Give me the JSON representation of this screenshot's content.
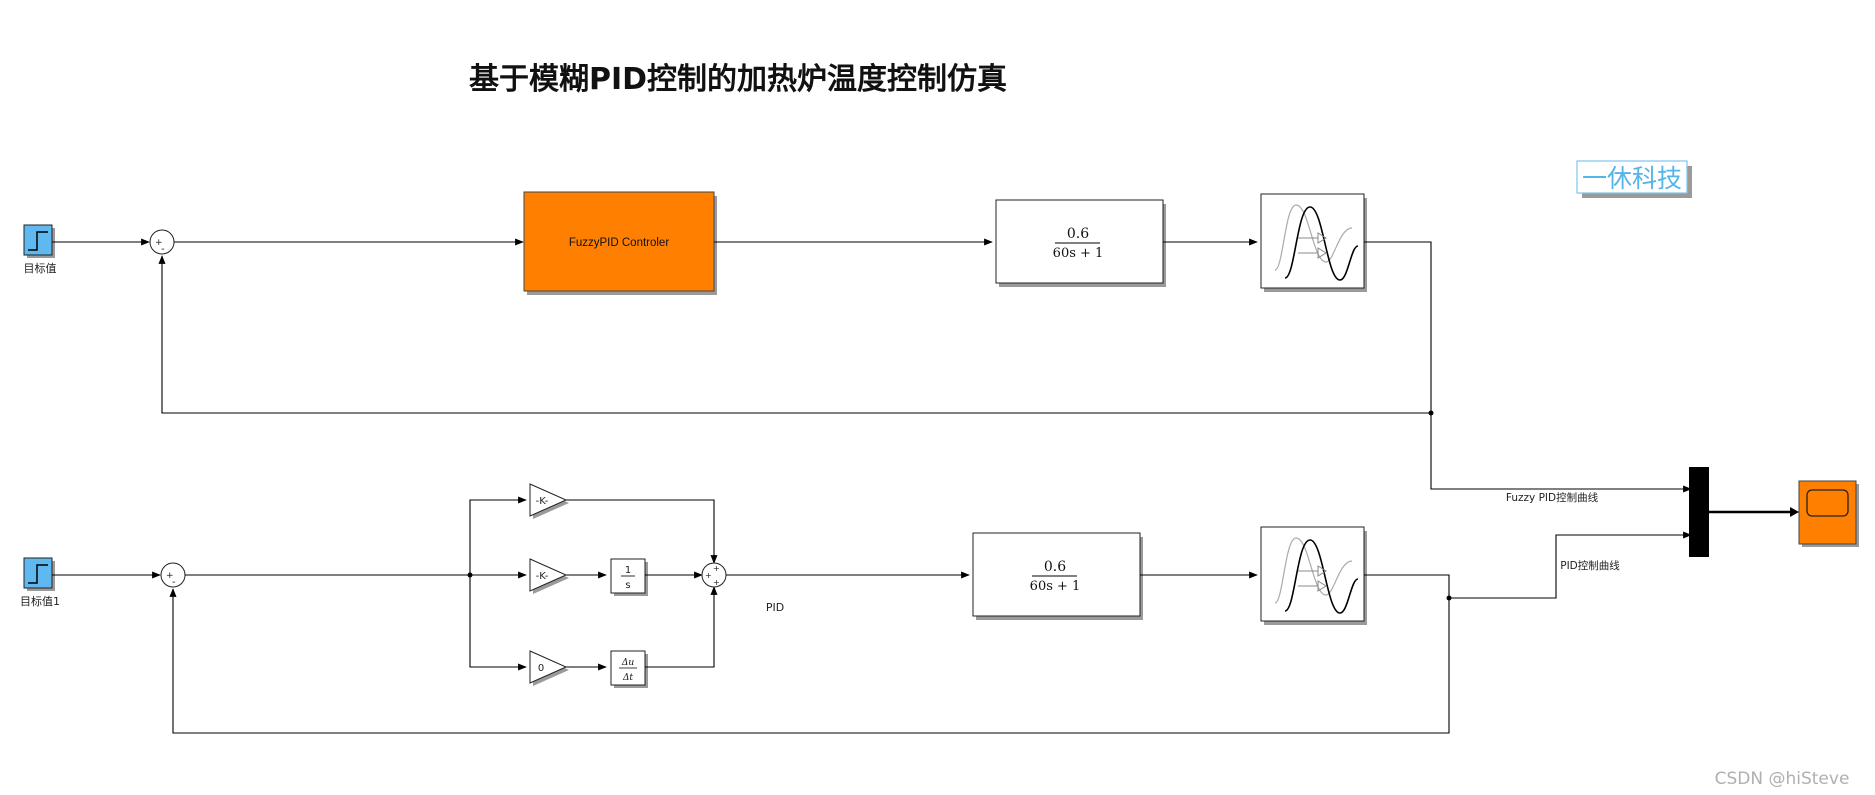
{
  "title": "基于模糊PID控制的加热炉温度控制仿真",
  "watermark_logo": "一休科技",
  "footer_credit": "CSDN @hiSteve",
  "colors": {
    "step_fill": "#5fb8ef",
    "fuzzy_fill": "#ff8000",
    "scope_fill": "#ff8000",
    "logo_text": "#55b4ea",
    "wire": "#000000"
  },
  "top_loop": {
    "step_label": "目标值",
    "sum_signs": [
      "+",
      "-"
    ],
    "controller_label": "FuzzyPID Controler",
    "tf_num": "0.6",
    "tf_den": "60s + 1",
    "delay_icon": "transport-delay-icon"
  },
  "bottom_loop": {
    "step_label": "目标值1",
    "sum_signs": [
      "+",
      "-"
    ],
    "gain_p": "-K-",
    "gain_i": "-K-",
    "integrator_num": "1",
    "integrator_den": "s",
    "gain_d": "0",
    "derivative_num": "Δu",
    "derivative_den": "Δt",
    "sum_pid_signs": [
      "+",
      "+",
      "+"
    ],
    "pid_label": "PID",
    "tf_num": "0.6",
    "tf_den": "60s + 1",
    "delay_icon": "transport-delay-icon"
  },
  "output": {
    "signal_fuzzy": "Fuzzy PID控制曲线",
    "signal_pid": "PID控制曲线",
    "mux_icon": "mux-bar-icon",
    "scope_icon": "scope-icon"
  }
}
